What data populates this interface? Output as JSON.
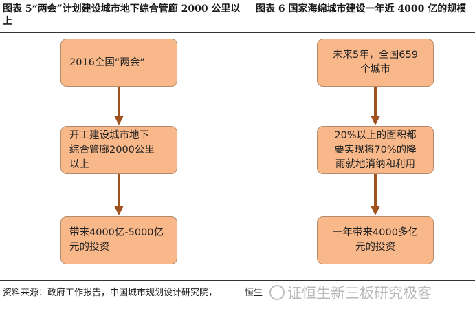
{
  "titles": {
    "left": "图表 5“两会”计划建设城市地下综合管廊 2000 公里以上",
    "right": "图表 6 国家海绵城市建设一年近 4000 亿的规模"
  },
  "left_flow": {
    "box1": "2016全国“两会”",
    "box2_line1": "开工建设城市地下",
    "box2_line2": "综合管廊2000公里",
    "box2_line3": "以上",
    "box3_line1": "带来4000亿-5000亿",
    "box3_line2": "元的投资"
  },
  "right_flow": {
    "box1_line1": "未来5年，全国659",
    "box1_line2": "个城市",
    "box2_line1": "20%以上的面积都",
    "box2_line2": "要实现将70%的降",
    "box2_line3": "雨就地消纳和利用",
    "box3_line1": "一年带来4000多亿",
    "box3_line2": "元的投资"
  },
  "footer": {
    "source": "资料来源：政府工作报告，中国城市规划设计研究院，",
    "source_tail": "恒生",
    "watermark": "证恒生新三板研究极客"
  },
  "colors": {
    "box_fill": "#f8b889",
    "arrow": "#a0521e"
  }
}
